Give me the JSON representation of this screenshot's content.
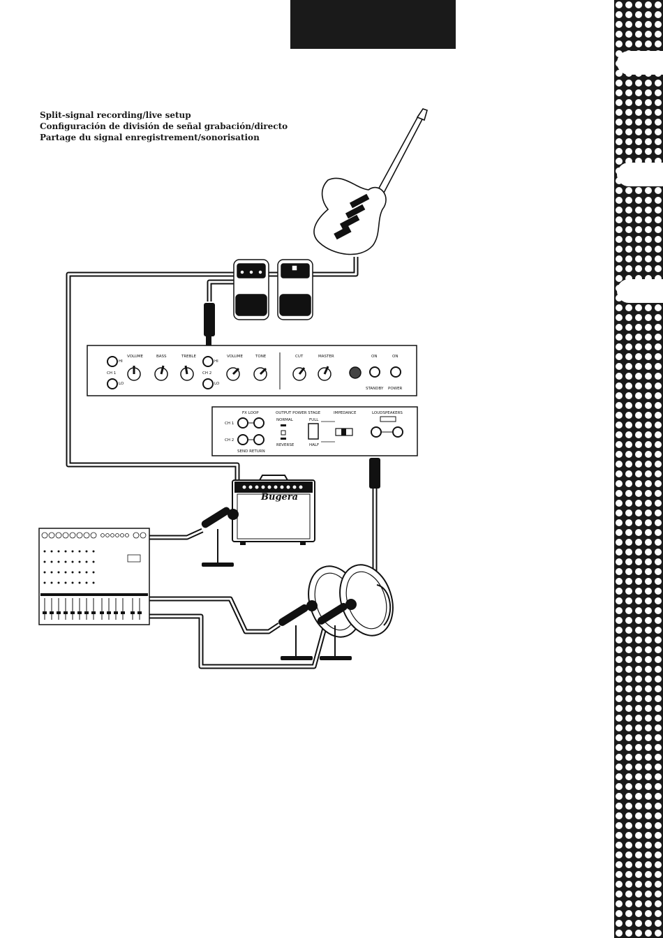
{
  "captions": {
    "en": "Split-signal recording/live setup",
    "es": "Configuración de división de señal grabación/directo",
    "fr": "Partage du signal enregistrement/sonorisation"
  },
  "amp_front_panel": {
    "ch1": "CH 1",
    "hi": "HI",
    "lo": "LO",
    "volume": "VOLUME",
    "bass": "BASS",
    "treble": "TREBLE",
    "ch2": "CH 2",
    "volume2": "VOLUME",
    "tone": "TONE",
    "cut": "CUT",
    "master": "MASTER",
    "on_standby": "ON",
    "on_power": "ON",
    "standby": "STANDBY",
    "power": "POWER"
  },
  "amp_rear_panel": {
    "fx_loop": "FX LOOP",
    "ch1": "CH 1",
    "ch2": "CH 2",
    "send_return": "SEND   RETURN",
    "output_power_stage": "OUTPUT POWER STAGE",
    "normal": "NORMAL",
    "reverse": "REVERSE",
    "full": "FULL",
    "half": "HALF",
    "impedance": "IMPEDANCE",
    "loudspeakers": "LOUDSPEAKERS"
  },
  "amp_brand": "Bugera",
  "colors": {
    "ink": "#111111",
    "header_block": "#1a1a1a",
    "dot_strip_bg": "#1a1a1a",
    "dot": "#ffffff"
  }
}
